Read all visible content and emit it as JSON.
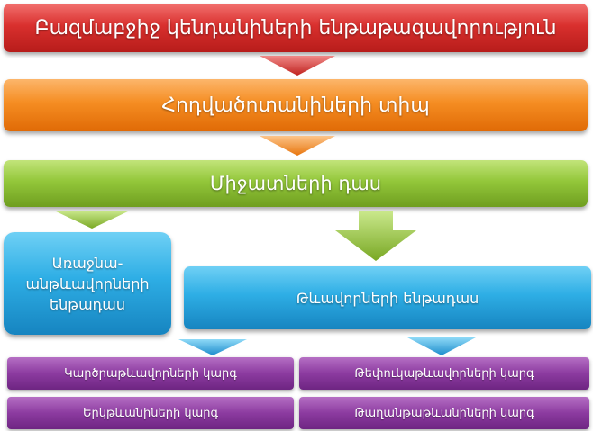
{
  "kingdom": "Բազմաբջիջ կենդանիների ենթաթագավորություն",
  "phylum": "Հոդվածոտանիների տիպ",
  "class_label": "Միջատների դաս",
  "subclass_proto": {
    "line1": "Առաջնա-",
    "line2": "անթևավորների",
    "line3": "ենթադաս"
  },
  "subclass_winged": "Թևավորների ենթադաս",
  "orders": {
    "o1": "Կարծրաթևավորների կարգ",
    "o2": "Թեփուկաթևավորների կարգ",
    "o3": "Երկթևանիների կարգ",
    "o4": "Թաղանթաթևանիների կարգ"
  },
  "colors": {
    "kingdom": "#d9302e",
    "phylum": "#f58d22",
    "class": "#93c73a",
    "subclass": "#2eaee5",
    "order": "#8c3ba0"
  }
}
